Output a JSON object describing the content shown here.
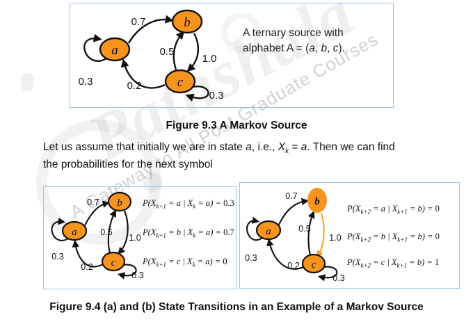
{
  "watermark": {
    "brand": "Pathshala",
    "tagline": "A Gateway to All Post Graduate Courses"
  },
  "figure93": {
    "caption": "Figure 9.3 A Markov Source",
    "note": {
      "line1": "A ternary source with",
      "line2_pre": "alphabet A = (",
      "a": "a",
      "sep1": ", ",
      "b": "b",
      "sep2": ", ",
      "c": "c",
      "line2_post": ")."
    },
    "states": {
      "a": "a",
      "b": "b",
      "c": "c"
    },
    "edges": {
      "self_a": "0.3",
      "a_b": "0.7",
      "c_b": "0.5",
      "b_c": "1.0",
      "c_a": "0.2",
      "self_c": "0.3"
    }
  },
  "paragraph": {
    "s1": "Let us assume that initially we are in state ",
    "s2": "a",
    "s3": ", i.e., ",
    "s4": "X",
    "s5": "k",
    "s6": " = ",
    "s7": "a",
    "s8": ". Then we can find",
    "line2": "the probabilities for the next symbol"
  },
  "figure94a": {
    "states": {
      "a": "a",
      "b": "b",
      "c": "c"
    },
    "edges": {
      "self_a": "0.3",
      "a_b": "0.7",
      "c_b": "0.5",
      "b_c": "1.0",
      "c_a": "0.2",
      "self_c": "0.3"
    },
    "equations": [
      {
        "t1": "P(X",
        "sub1": "k+1",
        "t2": " = a | X",
        "sub2": "k",
        "t3": " = a) = ",
        "val": "0.3"
      },
      {
        "t1": "P(X",
        "sub1": "k+1",
        "t2": " = b | X",
        "sub2": "k",
        "t3": " = a) = ",
        "val": "0.7"
      },
      {
        "t1": "P(X",
        "sub1": "k+1",
        "t2": " = c | X",
        "sub2": "k",
        "t3": " = a) = ",
        "val": "0"
      }
    ]
  },
  "figure94b": {
    "states": {
      "a": "a",
      "b": "b",
      "c": "c"
    },
    "edges": {
      "self_a": "0.3",
      "a_b": "0.7",
      "c_b": "0.5",
      "b_c": "1.0",
      "c_a": "0.2",
      "self_c": "0.3"
    },
    "equations": [
      {
        "t1": "P(X",
        "sub1": "k+2",
        "t2": " = a | X",
        "sub2": "k+1",
        "t3": " = b) = ",
        "val": "0"
      },
      {
        "t1": "P(X",
        "sub1": "k+2",
        "t2": " = b | X",
        "sub2": "k+1",
        "t3": " = b) = ",
        "val": "0"
      },
      {
        "t1": "P(X",
        "sub1": "k+2",
        "t2": " = c | X",
        "sub2": "k+1",
        "t3": " = b) = ",
        "val": "1"
      }
    ]
  },
  "figure94_caption": "Figure 9.4 (a) and (b) State Transitions in an Example of a Markov Source"
}
